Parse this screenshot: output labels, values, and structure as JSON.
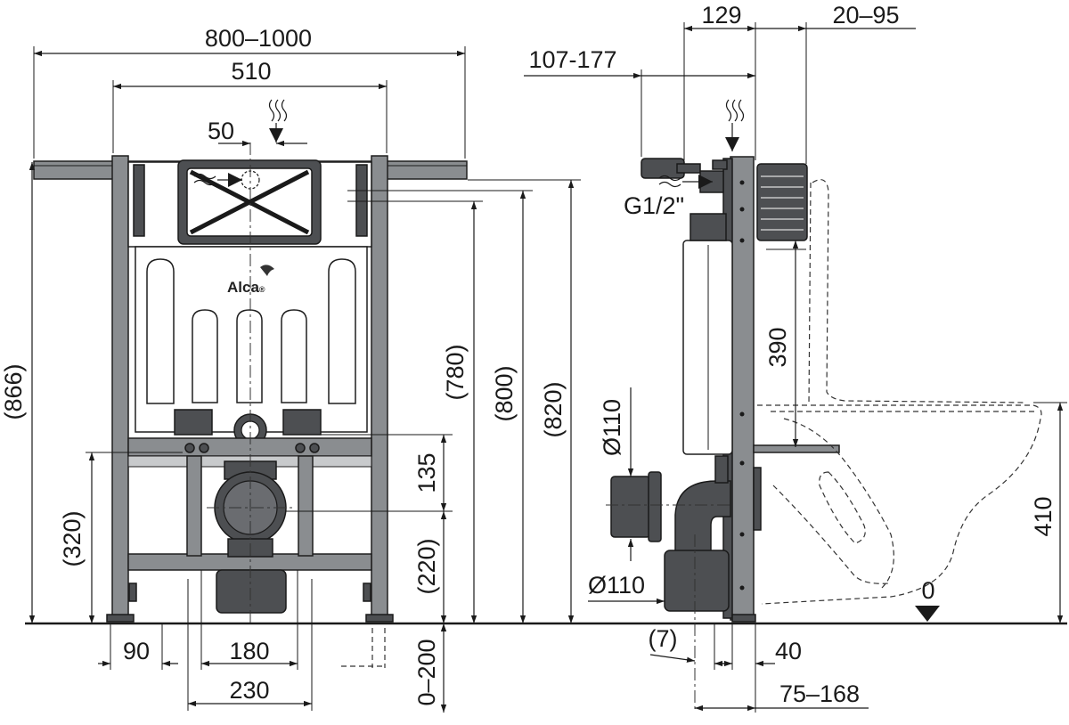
{
  "brand": {
    "logo_text": "Alca",
    "logo_mark": "®"
  },
  "front_view": {
    "dimensions": {
      "overall_width": "800–1000",
      "frame_width": "510",
      "offset_50": "50",
      "height_866": "(866)",
      "height_780": "(780)",
      "height_800": "(800)",
      "height_820": "(820)",
      "height_320": "(320)",
      "height_135": "135",
      "height_220": "(220)",
      "depth_0_200": "0–200",
      "width_90": "90",
      "width_180": "180",
      "width_230": "230"
    }
  },
  "side_view": {
    "dimensions": {
      "depth_129": "129",
      "depth_20_95": "20–95",
      "depth_107_177": "107-177",
      "pipe_g12": "G1/2\"",
      "diameter_110_top": "Ø110",
      "diameter_110_bottom": "Ø110",
      "height_390": "390",
      "height_410": "410",
      "floor_zero": "0",
      "offset_7": "(7)",
      "width_40": "40",
      "width_75_168": "75–168"
    }
  },
  "colors": {
    "frame": "#8a8d90",
    "dark_parts": "#4d4f52",
    "lines": "#1a1a1a",
    "background": "#ffffff"
  }
}
